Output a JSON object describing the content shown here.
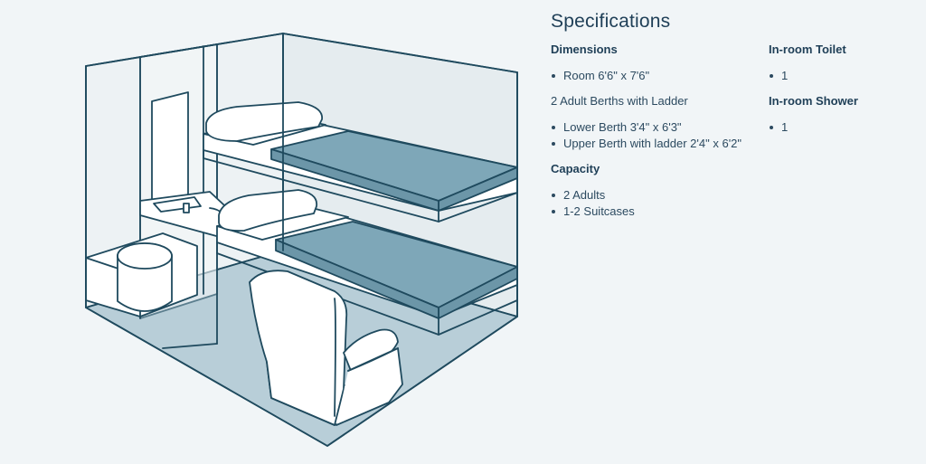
{
  "specifications": {
    "title": "Specifications",
    "dimensions": {
      "heading": "Dimensions",
      "items": [
        "Room 6'6\" x 7'6\""
      ],
      "berths_heading": "2 Adult Berths with Ladder",
      "berth_items": [
        "Lower Berth 3'4\" x 6'3\"",
        "Upper Berth with ladder 2'4\" x 6'2\""
      ]
    },
    "capacity": {
      "heading": "Capacity",
      "items": [
        "2 Adults",
        "1-2 Suitcases"
      ]
    },
    "toilet": {
      "heading": "In-room Toilet",
      "items": [
        "1"
      ]
    },
    "shower": {
      "heading": "In-room Shower",
      "items": [
        "1"
      ]
    }
  },
  "colors": {
    "background": "#f1f5f7",
    "outline": "#1f4a5e",
    "mattress": "#7ea7b8",
    "floor": "#b8ced8",
    "wall": "#e5ecef",
    "text": "#1f3f57"
  },
  "illustration": {
    "icons": [
      "bunk-bed",
      "toilet",
      "sink",
      "armchair",
      "pillow"
    ]
  }
}
